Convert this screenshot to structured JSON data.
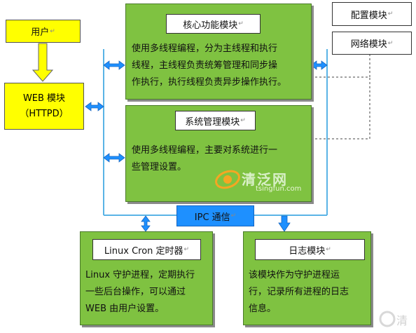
{
  "user": {
    "label": "用户"
  },
  "web": {
    "line1": "WEB 模块",
    "line2": "（HTTPD）"
  },
  "core": {
    "title": "核心功能模块",
    "lines": [
      "使用多线程编程，分为主线程和执行",
      "线程，主线程负责统筹管理和同步操",
      "作执行，执行线程负责异步操作执行。"
    ]
  },
  "sysmgmt": {
    "title": "系统管理模块",
    "lines": [
      "使用多线程编程，主要对系统进行一",
      "些管理设置。"
    ]
  },
  "config": {
    "label": "配置模块"
  },
  "network": {
    "label": "网络模块"
  },
  "ipc": {
    "label": "IPC 通信"
  },
  "cron": {
    "title": "Linux Cron 定时器",
    "lines": [
      "Linux 守护进程，定期执行",
      "一些后台操作，可以通过",
      "WEB 由用户设置。"
    ]
  },
  "log": {
    "title": "日志模块",
    "lines": [
      "该模块作为守护进程运",
      "行，记录所有进程的日志",
      "信息。"
    ]
  },
  "watermark": {
    "brand": "清泛网",
    "domain": "tsingfun.com",
    "corner": "清"
  },
  "colors": {
    "green": "#7fc241",
    "yellow": "#ffff00",
    "blue": "#1e90ff",
    "line": "#5ab4e6"
  }
}
